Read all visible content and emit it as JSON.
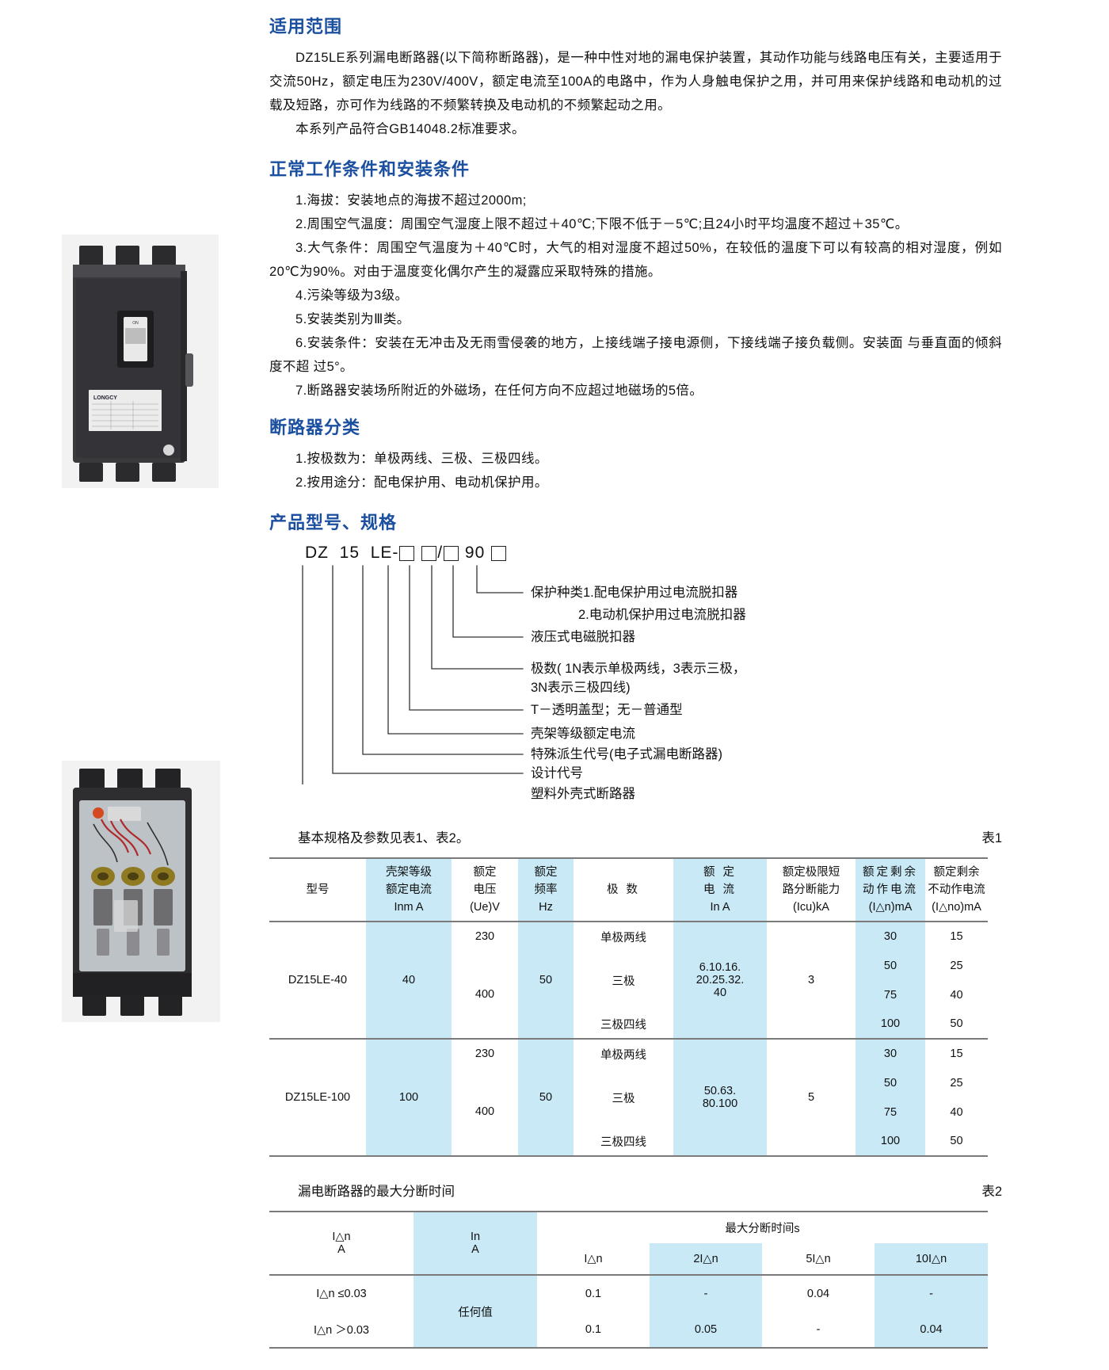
{
  "photos": [
    {
      "name": "dz15le-breaker-closed-cover",
      "label_text": "LONGCY"
    },
    {
      "name": "dz15le-breaker-transparent-cover",
      "label_text": ""
    }
  ],
  "sections": {
    "scope": {
      "title": "适用范围",
      "paragraphs": [
        "DZ15LE系列漏电断路器(以下简称断路器)，是一种中性对地的漏电保护装置，其动作功能与线路电压有关，主要适用于交流50Hz，额定电压为230V/400V，额定电流至100A的电路中，作为人身触电保护之用，并可用来保护线路和电动机的过载及短路，亦可作为线路的不频繁转换及电动机的不频繁起动之用。",
        "本系列产品符合GB14048.2标准要求。"
      ]
    },
    "conditions": {
      "title": "正常工作条件和安装条件",
      "items": [
        "1.海拔：安装地点的海拔不超过2000m;",
        "2.周围空气温度：周围空气湿度上限不超过＋40℃;下限不低于－5℃;且24小时平均温度不超过＋35℃。",
        "3.大气条件：周围空气温度为＋40℃时，大气的相对湿度不超过50%，在较低的温度下可以有较高的相对湿度，例如20℃为90%。对由于温度变化偶尔产生的凝露应采取特殊的措施。",
        "4.污染等级为3级。",
        "5.安装类别为Ⅲ类。",
        "6.安装条件：安装在无冲击及无雨雪侵袭的地方，上接线端子接电源侧，下接线端子接负载侧。安装面 与垂直面的倾斜度不超 过5°。",
        "7.断路器安装场所附近的外磁场，在任何方向不应超过地磁场的5倍。"
      ]
    },
    "classification": {
      "title": "断路器分类",
      "items": [
        "1.按极数为：单极两线、三极、三极四线。",
        "2.按用途分：配电保护用、电动机保护用。"
      ]
    },
    "model": {
      "title": "产品型号、规格",
      "code_parts": [
        "DZ",
        "15",
        "LE-",
        "□",
        "□",
        "/",
        "□",
        "90",
        "□"
      ],
      "code_display": "DZ 15 LE-□ □/□ 90 □",
      "labels": [
        "保护种类1.配电保护用过电流脱扣器",
        "2.电动机保护用过电流脱扣器",
        "液压式电磁脱扣器",
        "极数( 1N表示单极两线，3表示三极，",
        "3N表示三极四线)",
        "T－透明盖型；无－普通型",
        "壳架等级额定电流",
        "特殊派生代号(电子式漏电断路器)",
        "设计代号",
        "塑料外壳式断路器"
      ]
    }
  },
  "table1": {
    "caption": "基本规格及参数见表1、表2。",
    "table_number": "表1",
    "headers": [
      {
        "lines": [
          "型号"
        ],
        "cyan": false
      },
      {
        "lines": [
          "壳架等级",
          "额定电流",
          "Inm A"
        ],
        "cyan": true
      },
      {
        "lines": [
          "额定",
          "电压",
          "(Ue)V"
        ],
        "cyan": false
      },
      {
        "lines": [
          "额定",
          "频率",
          "Hz"
        ],
        "cyan": true
      },
      {
        "lines": [
          "极 数"
        ],
        "cyan": false
      },
      {
        "lines": [
          "额 定",
          "电 流",
          "In A"
        ],
        "cyan": true
      },
      {
        "lines": [
          "额定极限短",
          "路分断能力",
          "(Icu)kA"
        ],
        "cyan": false
      },
      {
        "lines": [
          "额定剩余",
          "动作电流",
          "(I△n)mA"
        ],
        "cyan": true
      },
      {
        "lines": [
          "额定剩余",
          "不动作电流",
          "(I△no)mA"
        ],
        "cyan": false
      }
    ],
    "rows": [
      {
        "model": "DZ15LE-40",
        "frame_current": "40",
        "voltages": [
          "230",
          "400"
        ],
        "frequency": "50",
        "poles": [
          "单极两线",
          "三极",
          "三极四线"
        ],
        "rated_current": "6.10.16.\n20.25.32.\n40",
        "rated_current_lines": [
          "6.10.16.",
          "20.25.32.",
          "40"
        ],
        "icu": "3",
        "residual_operating": [
          "30",
          "50",
          "75",
          "100"
        ],
        "residual_non_operating": [
          "15",
          "25",
          "40",
          "50"
        ]
      },
      {
        "model": "DZ15LE-100",
        "frame_current": "100",
        "voltages": [
          "230",
          "400"
        ],
        "frequency": "50",
        "poles": [
          "单极两线",
          "三极",
          "三极四线"
        ],
        "rated_current_lines": [
          "50.63.",
          "80.100"
        ],
        "icu": "5",
        "residual_operating": [
          "30",
          "50",
          "75",
          "100"
        ],
        "residual_non_operating": [
          "15",
          "25",
          "40",
          "50"
        ]
      }
    ]
  },
  "table2": {
    "caption": "漏电断路器的最大分断时间",
    "table_number": "表2",
    "col1_header": [
      "I△n",
      "A"
    ],
    "col2_header": [
      "In",
      "A"
    ],
    "group_header": "最大分断时间s",
    "sub_headers": [
      "I△n",
      "2I△n",
      "5I△n",
      "10I△n"
    ],
    "in_value": "任何值",
    "rows": [
      {
        "idn": "I△n ≤0.03",
        "values": [
          "0.1",
          "-",
          "0.04",
          "-"
        ]
      },
      {
        "idn": "I△n ＞0.03",
        "values": [
          "0.1",
          "0.05",
          "-",
          "0.04"
        ]
      }
    ]
  },
  "colors": {
    "heading_blue": "#1b4fa0",
    "table_cyan": "#c8e9f5",
    "rule_gray": "#7a7a7a"
  }
}
